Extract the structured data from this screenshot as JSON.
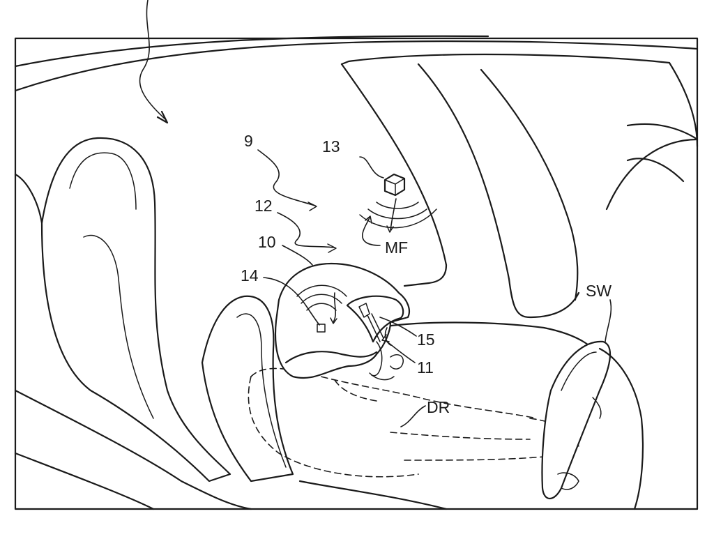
{
  "figure": {
    "labels": {
      "l9": "9",
      "l12": "12",
      "l13": "13",
      "l10": "10",
      "l14": "14",
      "lMF": "MF",
      "l15": "15",
      "l11": "11",
      "lDR": "DR",
      "lSW": "SW"
    },
    "colors": {
      "line": "#1a1a1a",
      "background": "#ffffff"
    }
  }
}
